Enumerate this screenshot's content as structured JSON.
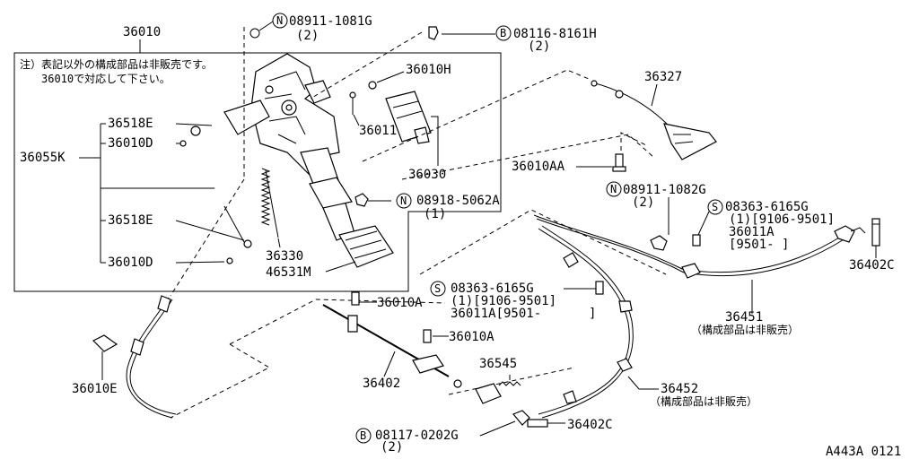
{
  "note": {
    "line1": "注）表記以外の構成部品は非販売です。",
    "line2": "36010で対応して下さい。"
  },
  "labels": {
    "p36010": "36010",
    "p36010H": "36010H",
    "p36011": "36011",
    "p36030": "36030",
    "p36518E_top": "36518E",
    "p36010D_top": "36010D",
    "p36055K": "36055K",
    "p36518E_mid": "36518E",
    "p36010D_bot": "36010D",
    "p36330": "36330",
    "p46531M": "46531M",
    "p36327": "36327",
    "p36010AA": "36010AA",
    "p36010A_1": "36010A",
    "p36010A_2": "36010A",
    "p36545": "36545",
    "p36402": "36402",
    "p36452": "36452",
    "p36452_note": "（構成部品は非販売）",
    "p36451": "36451",
    "p36451_note": "（構成部品は非販売）",
    "p36402C_right": "36402C",
    "p36402C_bottom": "36402C",
    "p36010E": "36010E",
    "p36011A_right": "36011A",
    "p36011A_right_range": "[9501-     ]",
    "p36011A_mid": "36011A[9501-",
    "p36011A_mid_close": "]"
  },
  "fasteners": {
    "n_top": {
      "marker": "N",
      "number": "08911-1081G",
      "qty": "(2)"
    },
    "b_top": {
      "marker": "B",
      "number": "08116-8161H",
      "qty": "(2)"
    },
    "n_mid": {
      "marker": "N",
      "number": "08918-5062A",
      "qty": "(1)"
    },
    "n_right": {
      "marker": "N",
      "number": "08911-1082G",
      "qty": "(2)"
    },
    "s_right": {
      "marker": "S",
      "number": "08363-6165G",
      "qty": "(1)[9106-9501]"
    },
    "s_mid": {
      "marker": "S",
      "number": "08363-6165G",
      "qty": "(1)[9106-9501]"
    },
    "b_bottom": {
      "marker": "B",
      "number": "08117-0202G",
      "qty": "(2)"
    }
  },
  "figure_code": "A443A 0121"
}
